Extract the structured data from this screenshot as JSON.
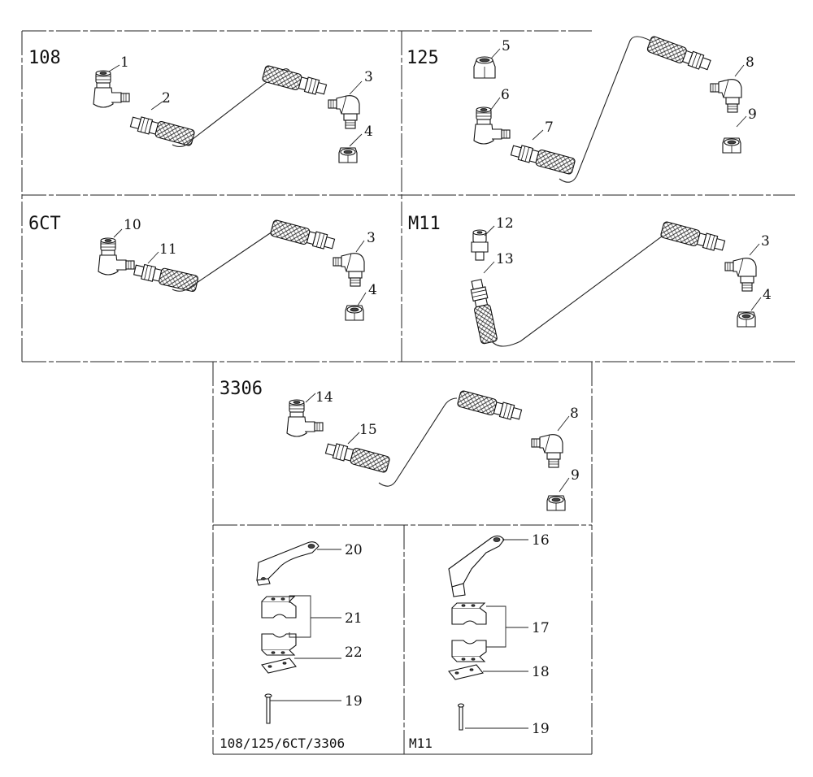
{
  "panels": {
    "p108": {
      "title": "108"
    },
    "p125": {
      "title": "125"
    },
    "p6ct": {
      "title": "6CT"
    },
    "pm11": {
      "title": "M11"
    },
    "p3306": {
      "title": "3306"
    }
  },
  "captions": {
    "left": "108/125/6CT/3306",
    "right": "M11"
  },
  "callouts": {
    "c1": "1",
    "c2": "2",
    "c3": "3",
    "c4": "4",
    "c5": "5",
    "c6": "6",
    "c7": "7",
    "c8": "8",
    "c9": "9",
    "c10": "10",
    "c11": "11",
    "c12": "12",
    "c13": "13",
    "c14": "14",
    "c15": "15",
    "c16": "16",
    "c17": "17",
    "c18": "18",
    "c19": "19",
    "c20": "20",
    "c21": "21",
    "c22": "22"
  }
}
